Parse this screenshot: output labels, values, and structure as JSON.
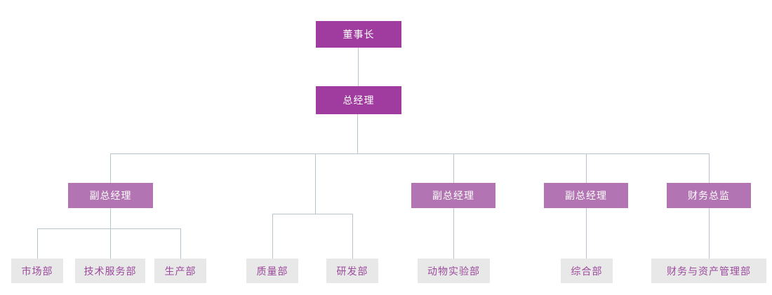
{
  "org_chart": {
    "type": "org-chart",
    "background": "#FFFFFF",
    "colors": {
      "executive_box": "#A03CA0",
      "manager_box": "#B374B3",
      "department_box": "#E8E8E8",
      "department_text": "#9B4A9B",
      "executive_text": "#FFFFFF",
      "connector_line": "#B9C5CE"
    },
    "nodes": {
      "chairman": "董事长",
      "general_manager": "总经理",
      "vp_1": "副总经理",
      "vp_2": "副总经理",
      "vp_3": "副总经理",
      "cfo": "财务总监",
      "marketing_dept": "市场部",
      "tech_service_dept": "技术服务部",
      "production_dept": "生产部",
      "quality_dept": "质量部",
      "rd_dept": "研发部",
      "animal_lab_dept": "动物实验部",
      "general_dept": "综合部",
      "finance_asset_dept": "财务与资产管理部"
    },
    "edges": [
      [
        "chairman",
        "general_manager"
      ],
      [
        "general_manager",
        "vp_1"
      ],
      [
        "general_manager",
        "quality_dept"
      ],
      [
        "general_manager",
        "rd_dept"
      ],
      [
        "general_manager",
        "vp_2"
      ],
      [
        "general_manager",
        "vp_3"
      ],
      [
        "general_manager",
        "cfo"
      ],
      [
        "vp_1",
        "marketing_dept"
      ],
      [
        "vp_1",
        "tech_service_dept"
      ],
      [
        "vp_1",
        "production_dept"
      ],
      [
        "vp_2",
        "animal_lab_dept"
      ],
      [
        "vp_3",
        "general_dept"
      ],
      [
        "cfo",
        "finance_asset_dept"
      ]
    ]
  }
}
